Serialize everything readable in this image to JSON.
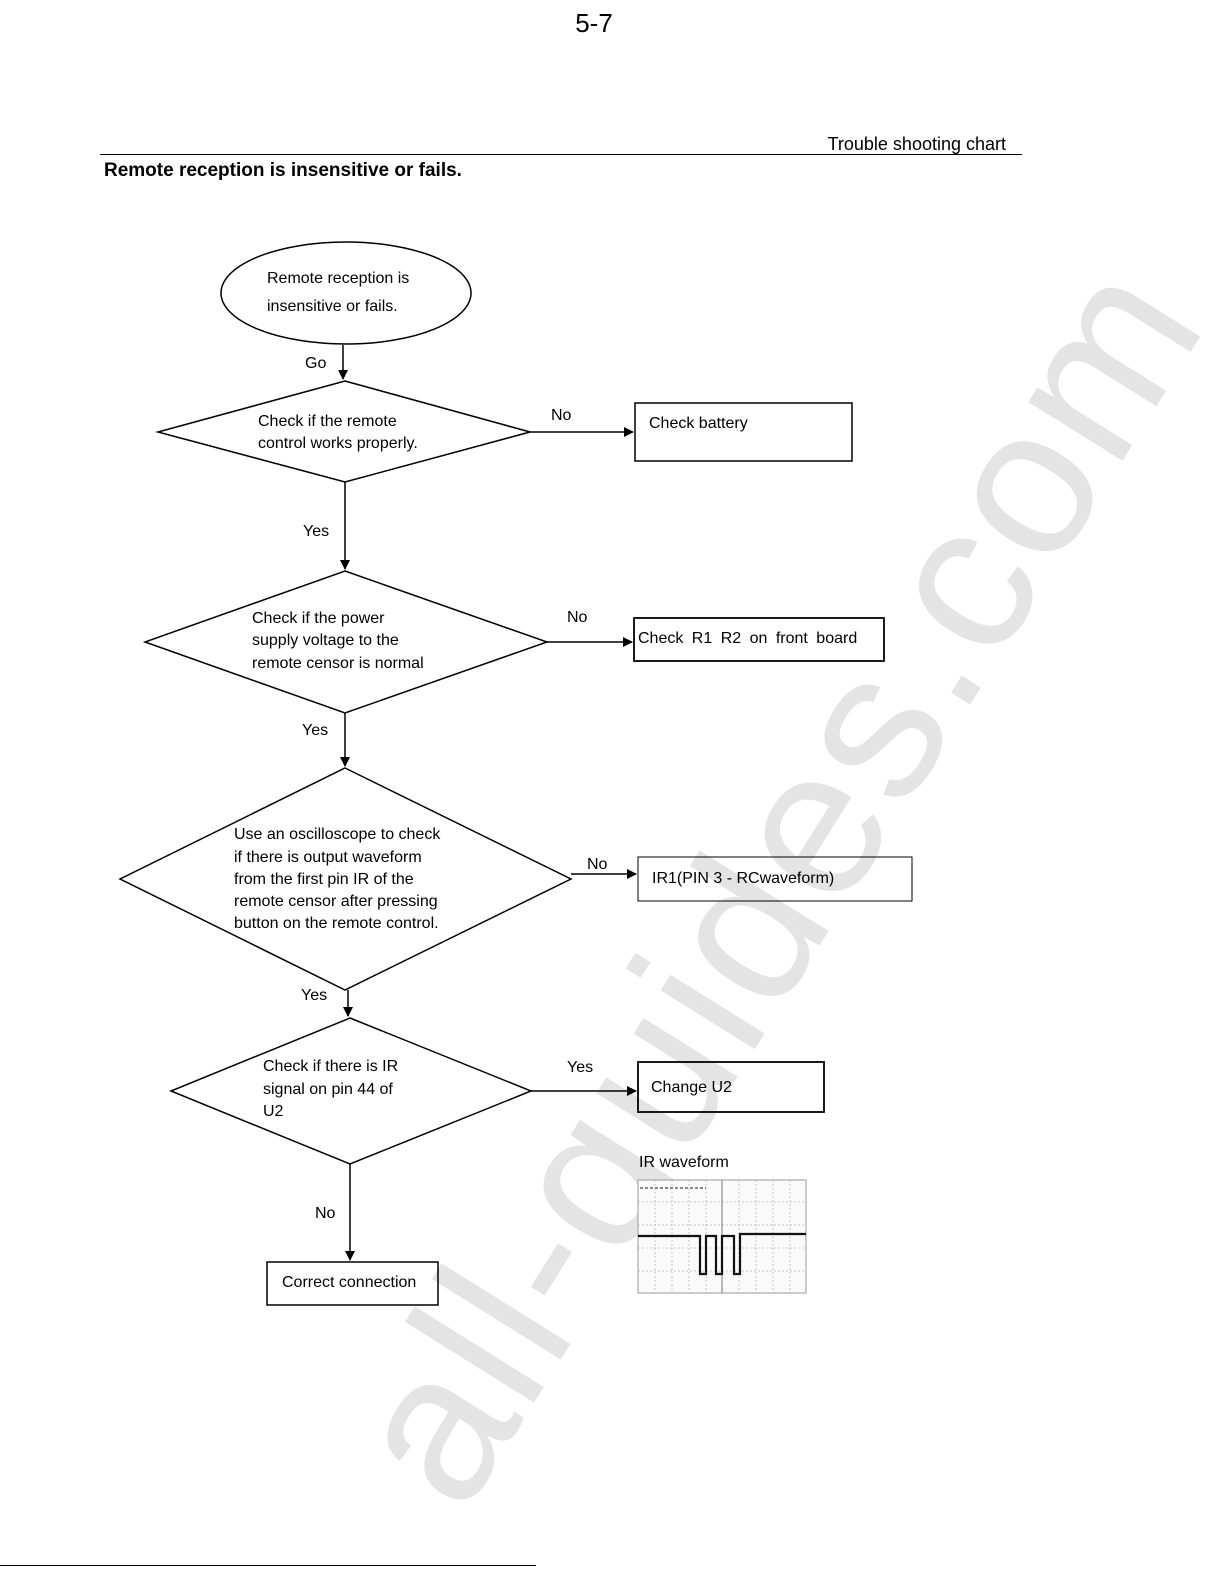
{
  "page_number": "5-7",
  "header": {
    "label": "Trouble shooting chart"
  },
  "heading": "Remote reception is insensitive or fails.",
  "watermark": "all-guides.com",
  "flow": {
    "start": {
      "line1": "Remote reception is",
      "line2": "insensitive or fails."
    },
    "decisions": [
      {
        "id": "remote-works",
        "lines": [
          "Check if the remote",
          "control works properly."
        ]
      },
      {
        "id": "power-supply",
        "lines": [
          "Check if the power",
          "supply voltage to the",
          "remote censor is normal"
        ]
      },
      {
        "id": "oscilloscope",
        "lines": [
          "Use an oscilloscope to check",
          "if there is output waveform",
          "from the first pin IR of the",
          "remote censor after pressing",
          "button on the remote control."
        ]
      },
      {
        "id": "ir-signal",
        "lines": [
          "Check if there is IR",
          "signal on pin 44 of",
          "U2"
        ]
      }
    ],
    "actions": {
      "check_battery": "Check battery",
      "check_r1r2": "Check R1 R2 on front board",
      "ir1": "IR1(PIN 3 - RCwaveform)",
      "change_u2": "Change U2",
      "correct_connection": "Correct connection"
    },
    "labels": {
      "go": "Go",
      "yes1": "Yes",
      "yes2": "Yes",
      "yes3": "Yes",
      "yes4": "Yes",
      "no1": "No",
      "no2": "No",
      "no3": "No",
      "no4": "No"
    },
    "waveform": {
      "caption": "IR waveform"
    }
  }
}
